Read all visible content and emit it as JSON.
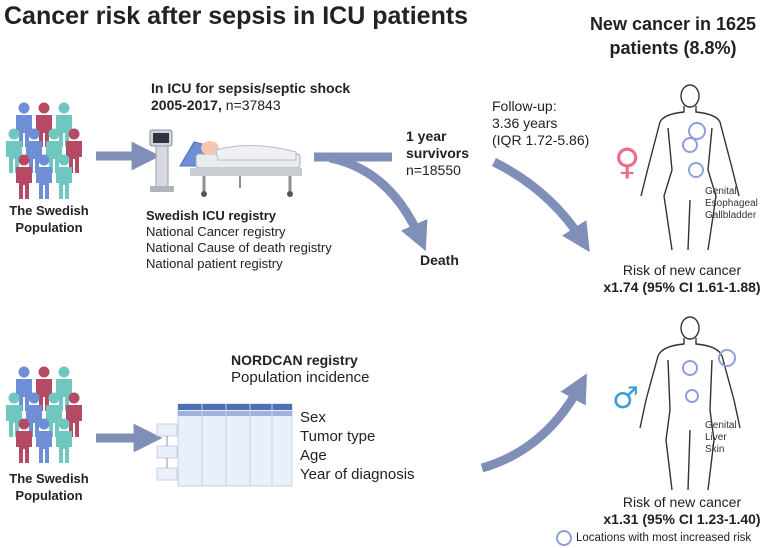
{
  "title": "Cancer risk after sepsis in ICU patients",
  "headline": "New cancer in 1625 patients (8.8%)",
  "population_label": "The Swedish Population",
  "icu": {
    "heading_bold": "In ICU for sepsis/septic shock 2005-2017,",
    "heading_n": " n=37843",
    "registry_bold": "Swedish ICU  registry",
    "registries": [
      "National Cancer registry",
      "National Cause of death registry",
      "National patient registry"
    ]
  },
  "survivors": {
    "label": "1 year survivors",
    "n": "n=18550"
  },
  "followup": {
    "line1": "Follow-up:",
    "line2": "3.36 years",
    "line3": "(IQR 1.72-5.86)"
  },
  "death_label": "Death",
  "female": {
    "symbol": "♀",
    "sites": [
      "Genital",
      "Esophageal",
      "Gallbladder"
    ],
    "risk_label": "Risk of new cancer",
    "risk_value": "x1.74 (95% CI 1.61-1.88)"
  },
  "male": {
    "symbol": "♂",
    "sites": [
      "Genital",
      "Liver",
      "Skin"
    ],
    "risk_label": "Risk of new cancer",
    "risk_value": "x1.31 (95% CI 1.23-1.40)"
  },
  "nordcan": {
    "heading": "NORDCAN registry",
    "sub": "Population incidence",
    "fields": [
      "Sex",
      "Tumor type",
      "Age",
      "Year of diagnosis"
    ]
  },
  "legend_label": "Locations with most increased risk",
  "colors": {
    "arrow": "#7f8fb8",
    "teal": "#6fc7bf",
    "blue": "#6e8fd6",
    "crimson": "#b54a64",
    "female_symbol": "#e8708a",
    "male_symbol": "#3a9fd8",
    "organ_circle": "#8da0d8"
  }
}
